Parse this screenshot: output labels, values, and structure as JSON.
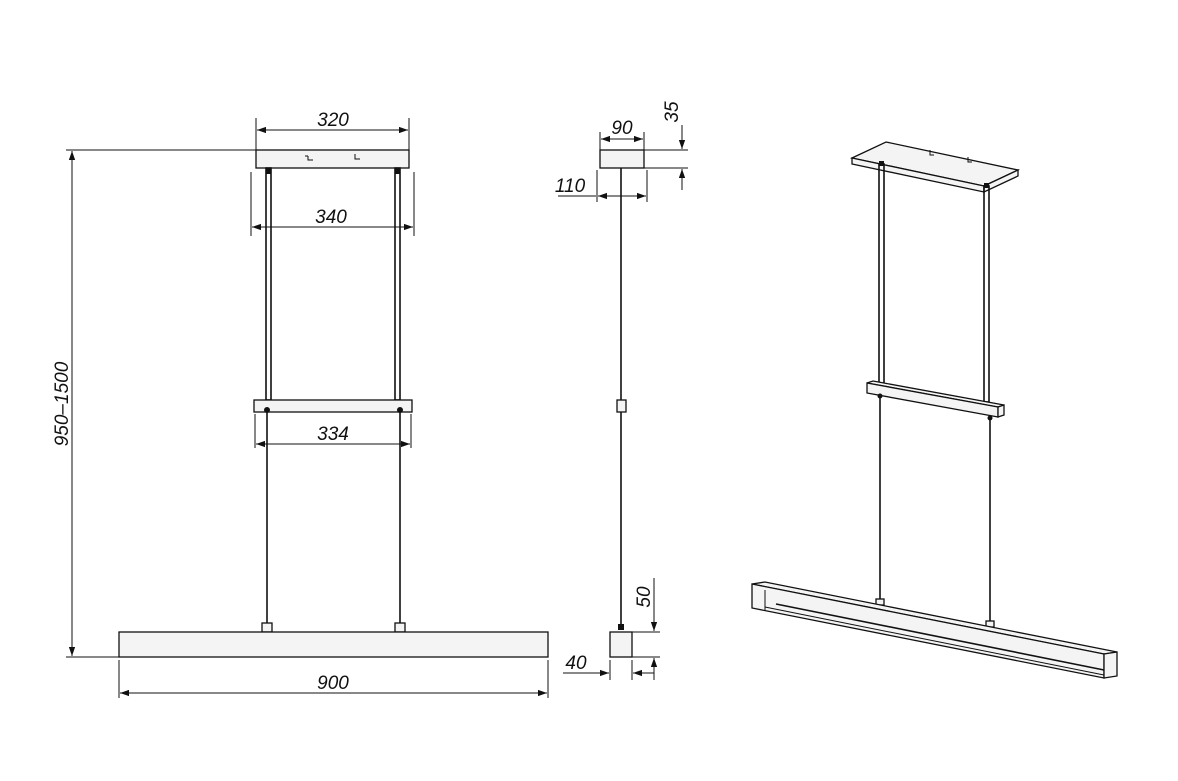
{
  "dimensions": {
    "canopy_width": "320",
    "wire_spacing_top": "340",
    "wire_spacing_bottom": "334",
    "total_height": "950–1500",
    "bar_length": "900",
    "canopy_depth": "90",
    "canopy_height": "35",
    "canopy_side": "110",
    "bar_height": "50",
    "bar_depth": "40"
  },
  "colors": {
    "line": "#111111",
    "background": "#ffffff"
  }
}
